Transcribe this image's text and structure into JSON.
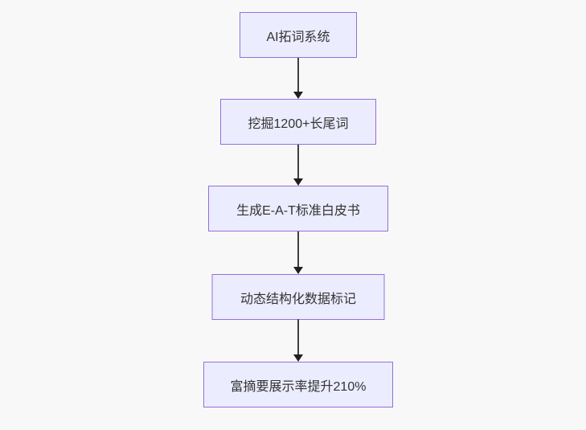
{
  "diagram": {
    "type": "flowchart",
    "direction": "top-down",
    "nodes": [
      {
        "id": "node-1",
        "label": "AI拓词系统"
      },
      {
        "id": "node-2",
        "label": "挖掘1200+长尾词"
      },
      {
        "id": "node-3",
        "label": "生成E-A-T标准白皮书"
      },
      {
        "id": "node-4",
        "label": "动态结构化数据标记"
      },
      {
        "id": "node-5",
        "label": "富摘要展示率提升210%"
      }
    ],
    "edges": [
      {
        "from": "node-1",
        "to": "node-2",
        "style": "arrow"
      },
      {
        "from": "node-2",
        "to": "node-3",
        "style": "arrow"
      },
      {
        "from": "node-3",
        "to": "node-4",
        "style": "arrow"
      },
      {
        "from": "node-4",
        "to": "node-5",
        "style": "arrow"
      }
    ],
    "colors": {
      "background": "#f8f8f8",
      "node_fill": "#ececff",
      "node_border": "#9370db",
      "edge_line": "#3f3f3f",
      "arrowhead": "#1f1f1f",
      "text": "#333333"
    }
  }
}
